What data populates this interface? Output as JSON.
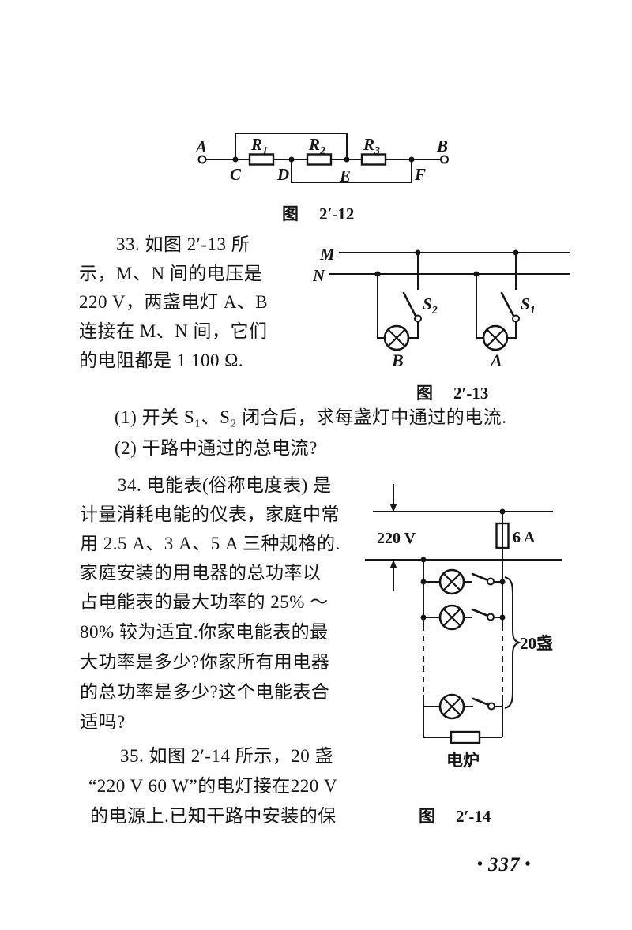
{
  "problem33": {
    "lines": [
      "33. 如图 2′-13 所",
      "示，M、N 间的电压是",
      "220 V，两盏电灯 A、B",
      "连接在 M、N 间，它们",
      "的电阻都是 1 100 Ω."
    ]
  },
  "questions": {
    "q1": "(1) 开关 S₁、S₂ 闭合后，求每盏灯中通过的电流.",
    "q2": "(2) 干路中通过的总电流?"
  },
  "problem34": {
    "lines": [
      "34. 电能表(俗称电度表) 是",
      "计量消耗电能的仪表，家庭中常",
      "用 2.5 A、3 A、5 A 三种规格的.",
      "家庭安装的用电器的总功率以",
      "占电能表的最大功率的 25% ～",
      "80% 较为适宜.你家电能表的最",
      "大功率是多少?你家所有用电器",
      "的总功率是多少?这个电能表合",
      "适吗?"
    ]
  },
  "problem35": {
    "lines": [
      "35. 如图 2′-14 所示，20 盏",
      "“220 V 60 W”的电灯接在220 V",
      "的电源上.已知干路中安装的保"
    ]
  },
  "fig12": {
    "caption": {
      "label": "图",
      "number": "2′-12"
    },
    "terminal_a": "A",
    "terminal_b": "B",
    "node_c": "C",
    "node_d": "D",
    "node_e": "E",
    "node_f": "F",
    "r1": {
      "base": "R",
      "sub": "1"
    },
    "r2": {
      "base": "R",
      "sub": "2"
    },
    "r3": {
      "base": "R",
      "sub": "3"
    }
  },
  "fig13": {
    "caption": {
      "label": "图",
      "number": "2′-13"
    },
    "bus_m": "M",
    "bus_n": "N",
    "s2": {
      "base": "S",
      "sub": "2"
    },
    "s1": {
      "base": "S",
      "sub": "1"
    },
    "lamp_b": "B",
    "lamp_a": "A"
  },
  "fig14": {
    "caption": {
      "label": "图",
      "number": "2′-14"
    },
    "voltage": "220 V",
    "fuse_rating": "6 A",
    "lamp_count": "20盏",
    "stove": "电炉"
  },
  "page_number": {
    "left_dot": "•",
    "value": "337",
    "right_dot": "•"
  }
}
